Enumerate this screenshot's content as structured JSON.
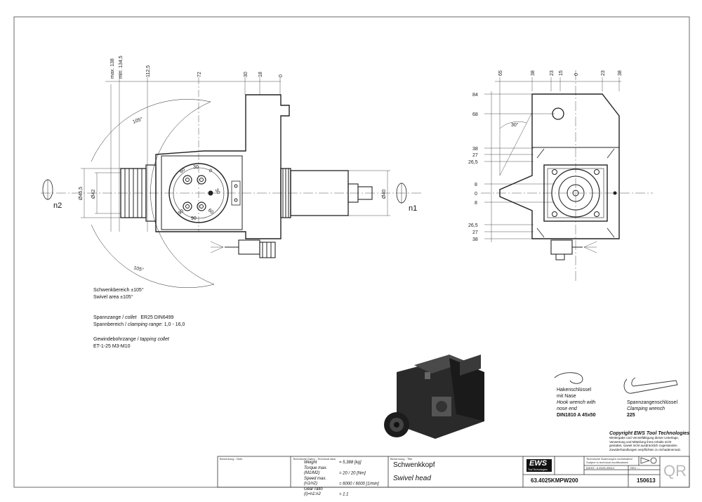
{
  "side_view": {
    "dims_top": [
      "max. 138",
      "min. 134,5",
      "112,5",
      "72",
      "30",
      "18",
      "0"
    ],
    "angle_top": "105°",
    "angle_bottom": "105°",
    "dia_left": "Ø45,5",
    "dia_left2": "Ø42",
    "dia_right": "Ø40",
    "axis_left": "n2",
    "axis_right": "n1",
    "scale_numbers": [
      "60",
      "30",
      "0",
      "30",
      "60",
      "90",
      "90"
    ]
  },
  "front_view": {
    "dims_top": [
      "65",
      "38",
      "23",
      "15",
      "0",
      "23",
      "38"
    ],
    "dims_left": [
      "84",
      "68",
      "38",
      "27",
      "26,5",
      "8",
      "0",
      "8",
      "26,5",
      "27",
      "38"
    ],
    "angle": "30°"
  },
  "notes": {
    "swivel_de": "Schwenkbereich ±105°",
    "swivel_en": "Swivel area ±105°",
    "collet_de": "Spannzange / ",
    "collet_en": "collet",
    "collet_value": "ER25    DIN6499",
    "range_de": "Spannbereich / ",
    "range_en": "clamping range",
    "range_value": ": 1,0  -  16,0",
    "tap_de": "Gewindebohrzange / ",
    "tap_en": "tapping collet",
    "tap_value": "ET-1-25    M3-M10"
  },
  "accessories": {
    "hook_de1": "Hakenschlüssel",
    "hook_de2": "mit Nase",
    "hook_en1": "Hook wrench with",
    "hook_en2": "nose end",
    "hook_value": "DIN1810  A  45x50",
    "clamp_de": "Spannzangenschlüssel",
    "clamp_en": "Clamping wrench",
    "clamp_value": "225"
  },
  "copyright": {
    "title": "Copyright EWS Tool Technologies",
    "line1": "Weitergabe und Vervielfältigung dieser Unterlage,",
    "line2": "Verwertung und Mitteilung ihres Inhalts nicht",
    "line3": "gestattet, soweit nicht ausdrücklich zugestanden.",
    "line4": "Zuwiderhandlungen verpflichten zu Schadenersatz."
  },
  "title_block": {
    "label_remark": "Bemerkung - Note",
    "label_tech": "Technische Daten - Technical data",
    "label_name": "Benennung - Title",
    "weight_label": "Weight",
    "weight_value": "=  5,388 [kg]",
    "torque_label": "Torque max. (M1/M2)",
    "torque_value": "=  20 / 20 [Nm]",
    "speed_label": "Speed max. (n1/n2)",
    "speed_value": "=  6000 / 6000 [1/min]",
    "ratio_label": "Gear ratio  (i)=n1:n2",
    "ratio_value": "=  1:1",
    "title_de": "Schwenkkopf",
    "title_en": "Swivel head",
    "logo": "EWS",
    "logo_sub": "Tool Technologies",
    "change_note1": "Technische Änderungen vorbehalten!",
    "change_note2": "Subject to technical modifications!",
    "ident": "IDENT.: 0-EWS-09514",
    "rev": "REV. : -",
    "part_number": "63.4025KMPW200",
    "date": "150613",
    "qr": "QR"
  }
}
